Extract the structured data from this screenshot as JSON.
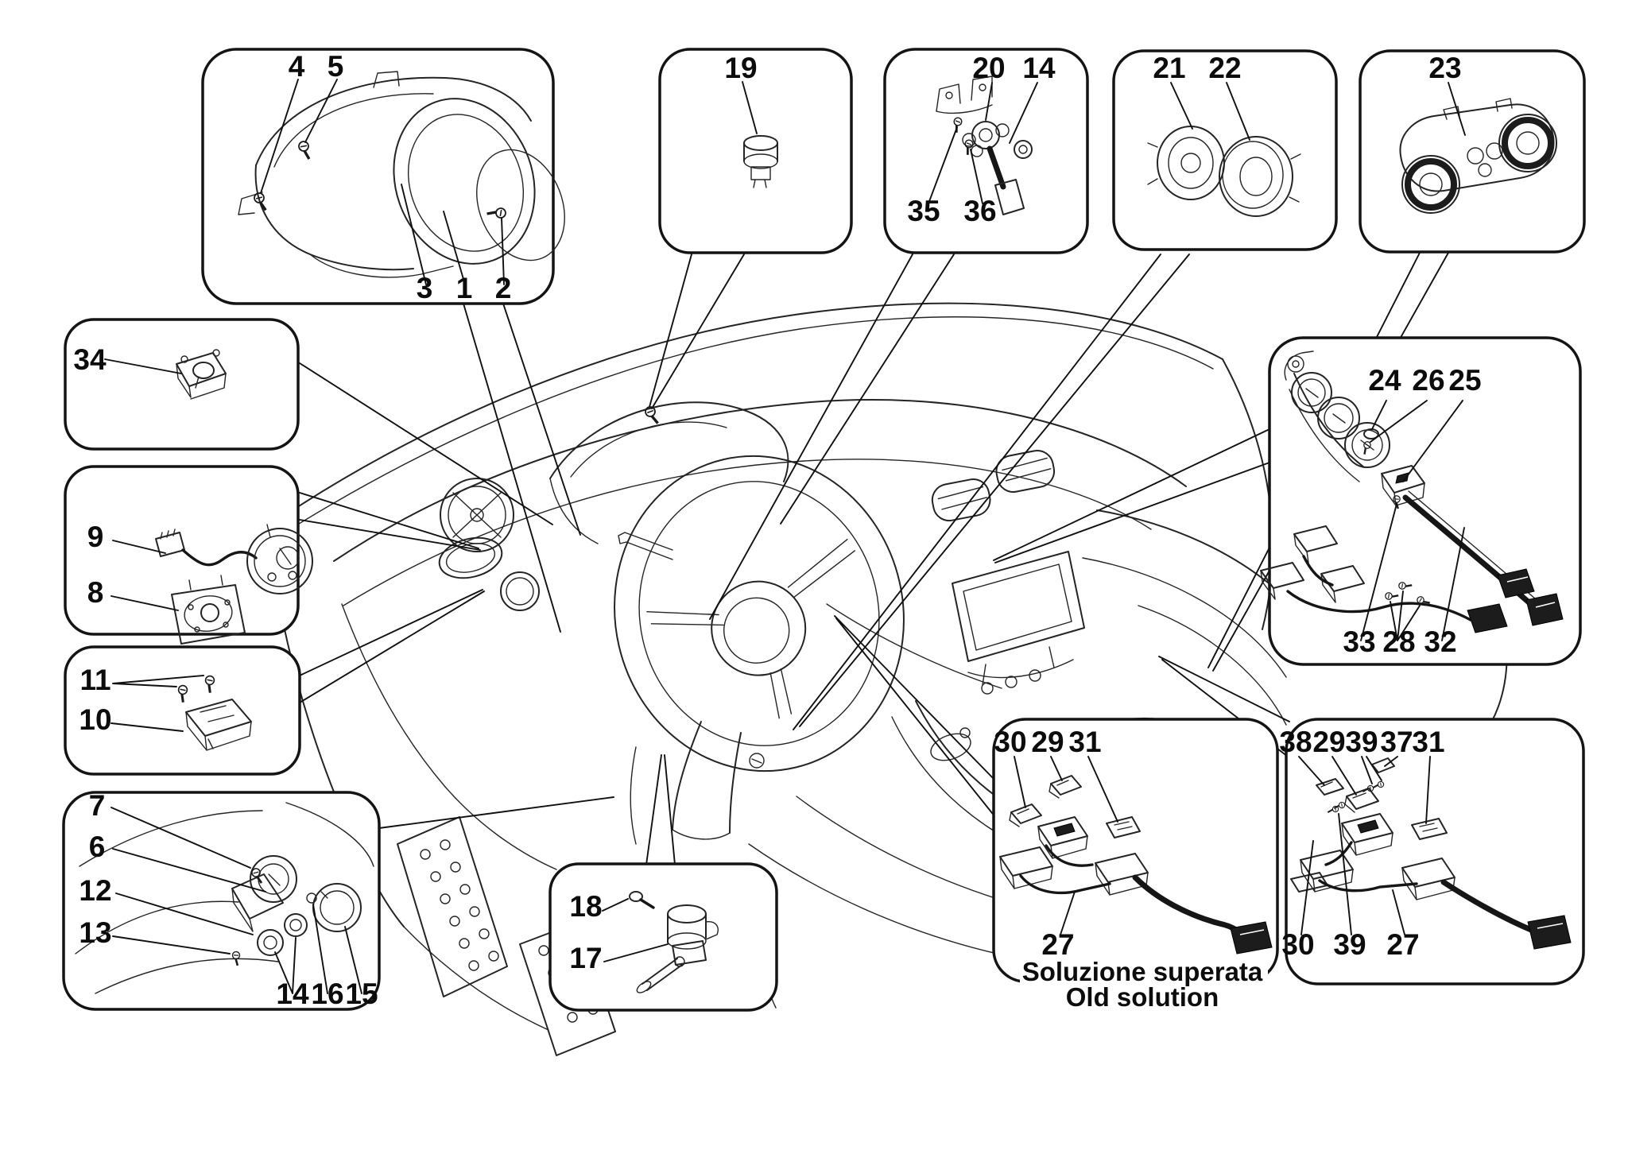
{
  "colors": {
    "background": "#ffffff",
    "line": "#1a1a1a"
  },
  "caption": {
    "line1": "Soluzione superata",
    "line2": "Old solution"
  },
  "panels": {
    "cluster": {
      "callouts": [
        "4",
        "5",
        "3",
        "1",
        "2"
      ]
    },
    "bulb": {
      "callouts": [
        "19"
      ]
    },
    "sensor": {
      "callouts": [
        "20",
        "14",
        "35",
        "36"
      ]
    },
    "rotary": {
      "callouts": [
        "21",
        "22"
      ]
    },
    "climate": {
      "callouts": [
        "23"
      ]
    },
    "switch34": {
      "callouts": [
        "34"
      ]
    },
    "gauge": {
      "callouts": [
        "9",
        "8"
      ]
    },
    "lowswitch": {
      "callouts": [
        "11",
        "10"
      ]
    },
    "ignition": {
      "callouts": [
        "7",
        "6",
        "12",
        "13",
        "14",
        "16",
        "15"
      ]
    },
    "actuator": {
      "callouts": [
        "18",
        "17"
      ]
    },
    "harness": {
      "callouts": [
        "24",
        "26",
        "25",
        "33",
        "28",
        "32"
      ]
    },
    "old": {
      "callouts": [
        "30",
        "29",
        "31",
        "27"
      ]
    },
    "new": {
      "callouts": [
        "38",
        "29",
        "39",
        "37",
        "31",
        "30",
        "39",
        "27"
      ]
    }
  }
}
